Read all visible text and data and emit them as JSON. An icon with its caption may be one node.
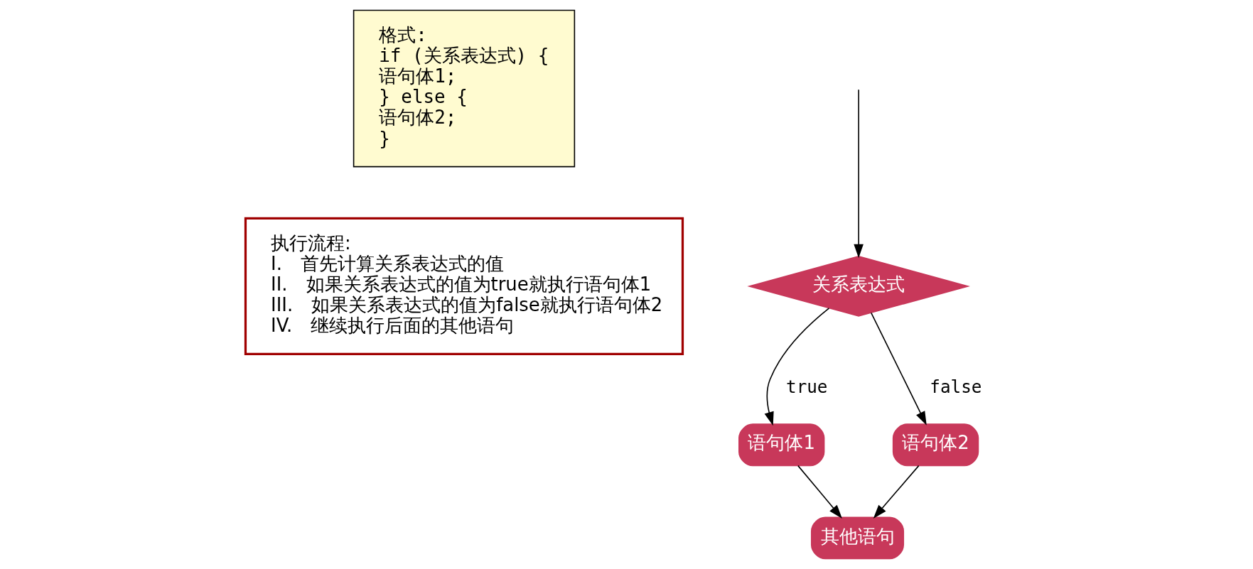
{
  "diagram": {
    "nodes": [
      {
        "text": [
          "格式:",
          "if (关系表达式) {",
          "语句体1;",
          "} else {",
          "语句体2;",
          "}"
        ]
      },
      {
        "text": [
          "执行流程:",
          "I.　首先计算关系表达式的值",
          "II.　如果关系表达式的值为true就执行语句体1",
          "III.　如果关系表达式的值为false就执行语句体2",
          "IV.　继续执行后面的其他语句"
        ]
      },
      {
        "text": [
          "关系表达式"
        ]
      },
      {
        "text": [
          "语句体1"
        ]
      },
      {
        "text": [
          "语句体2"
        ]
      },
      {
        "text": [
          "其他语句"
        ]
      }
    ],
    "edges": [
      {
        "from": null,
        "to": 2,
        "arrow": "to"
      },
      {
        "from": 2,
        "to": 3,
        "label": "true",
        "arrow": "to"
      },
      {
        "from": 2,
        "to": 4,
        "label": "false",
        "arrow": "to"
      },
      {
        "from": 3,
        "to": 5,
        "arrow": "to"
      },
      {
        "from": 4,
        "to": 5,
        "arrow": "to"
      }
    ]
  }
}
